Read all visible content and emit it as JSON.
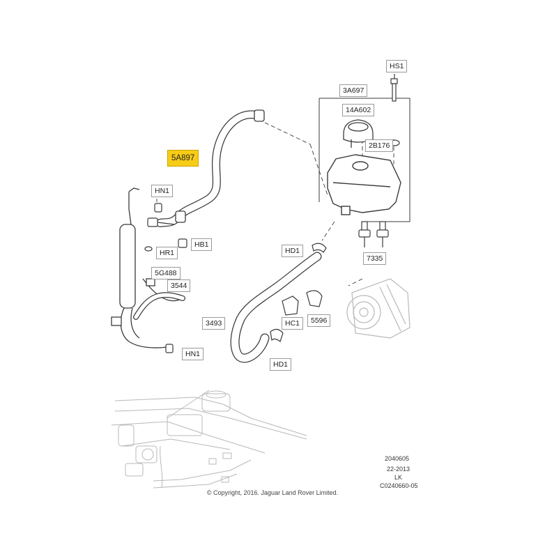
{
  "parts": {
    "hs1": "HS1",
    "p3a697": "3A697",
    "p14a602": "14A602",
    "p2b176": "2B176",
    "p5a897": "5A897",
    "hn1_top": "HN1",
    "hb1": "HB1",
    "hr1": "HR1",
    "p5g488": "5G488",
    "p3544": "3544",
    "hn1_bottom": "HN1",
    "hd1_top": "HD1",
    "p7335": "7335",
    "p3493": "3493",
    "hc1": "HC1",
    "p5596": "5596",
    "hd1_bottom": "HD1"
  },
  "meta": {
    "line1": "2040605",
    "line2": "22-2013",
    "line3": "LK",
    "line4": "C0240660-05"
  },
  "copyright": "© Copyright, 2016. Jaguar Land Rover Limited.",
  "colors": {
    "highlight": "#f7cc16",
    "line": "#3a3a3a",
    "faint": "#b8b8b8"
  }
}
